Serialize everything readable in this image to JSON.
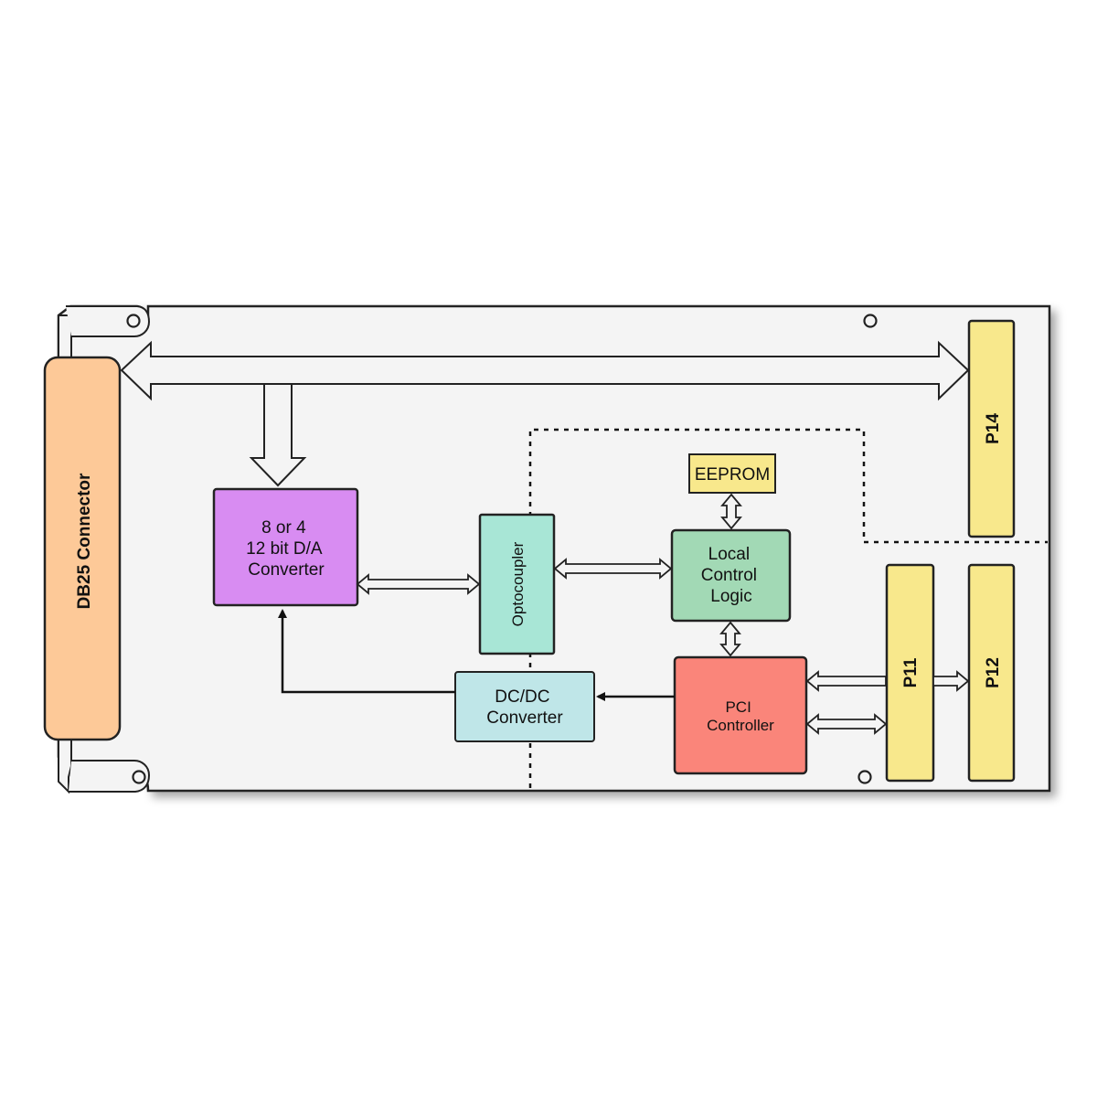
{
  "connector": {
    "label": "DB25 Connector"
  },
  "blocks": {
    "dac": {
      "lines": [
        "8 or 4",
        "12 bit D/A",
        "Converter"
      ]
    },
    "optocoupler": {
      "label": "Optocoupler"
    },
    "eeprom": {
      "label": "EEPROM"
    },
    "local_control": {
      "lines": [
        "Local",
        "Control",
        "Logic"
      ]
    },
    "dcdc": {
      "lines": [
        "DC/DC",
        "Converter"
      ]
    },
    "pci": {
      "lines": [
        "PCI",
        "Controller"
      ]
    }
  },
  "headers": {
    "p14": "P14",
    "p11": "P11",
    "p12": "P12"
  },
  "colors": {
    "board": "#f4f4f4",
    "connector": "#fdc998",
    "dac": "#d88cf2",
    "optocoupler": "#a8e6d6",
    "eeprom": "#f8e88c",
    "local_control": "#a2d9b5",
    "dcdc": "#bfe6e8",
    "pci": "#fa857a",
    "header": "#f8e88c"
  }
}
